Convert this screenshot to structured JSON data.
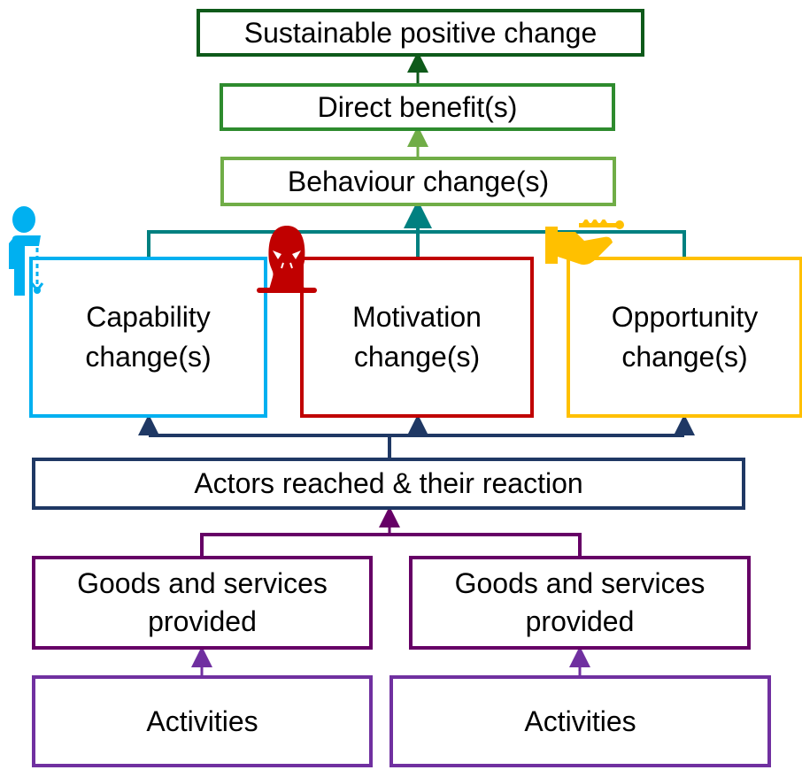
{
  "nodes": {
    "sustainable": "Sustainable positive change",
    "direct_benefit": "Direct benefit(s)",
    "behaviour": "Behaviour change(s)",
    "capability": "Capability change(s)",
    "motivation": "Motivation change(s)",
    "opportunity": "Opportunity change(s)",
    "actors": "Actors reached & their reaction",
    "goods_left": "Goods and services provided",
    "goods_right": "Goods and services provided",
    "activities_left": "Activities",
    "activities_right": "Activities"
  },
  "colors": {
    "sustainable": "#0E5A1A",
    "direct_benefit": "#2E8B2E",
    "behaviour": "#70AD47",
    "teal": "#008080",
    "capability": "#00B0F0",
    "motivation": "#C00000",
    "opportunity": "#FFC000",
    "actors": "#1F3864",
    "goods": "#660066",
    "activities": "#7030A0"
  }
}
